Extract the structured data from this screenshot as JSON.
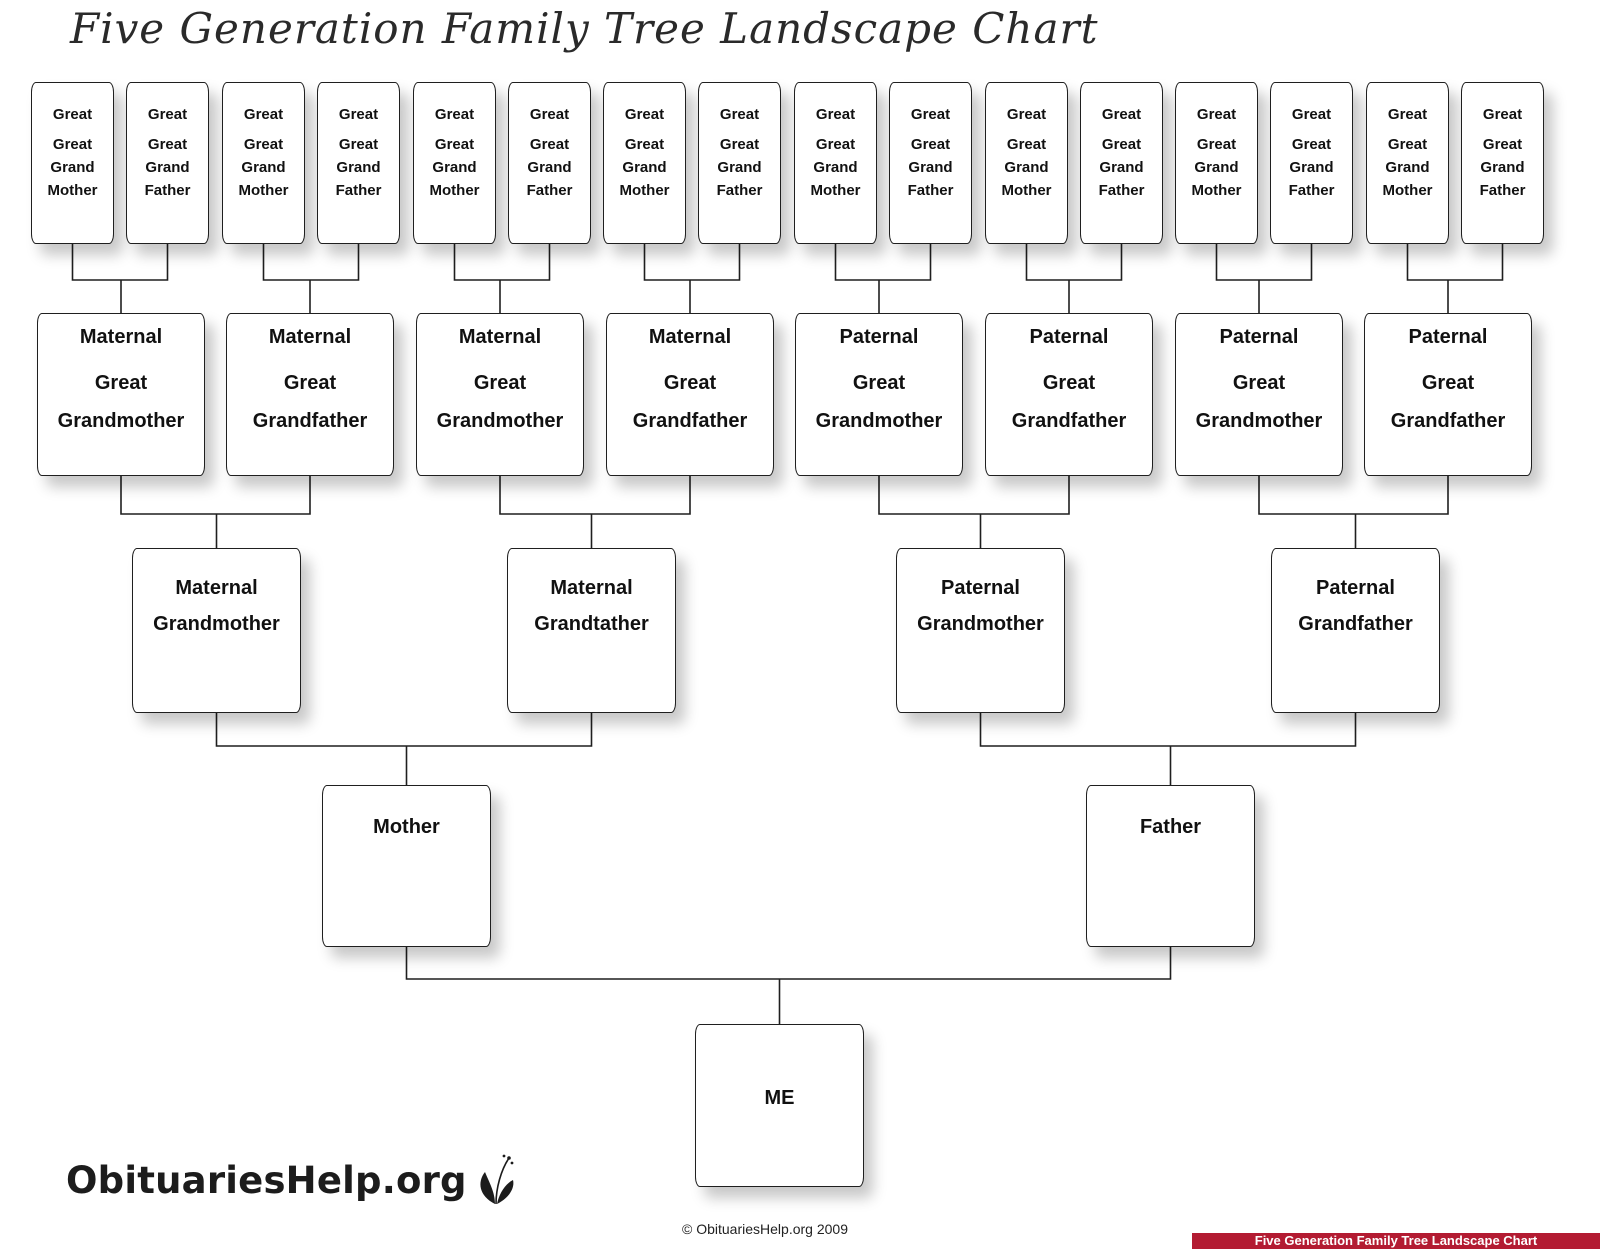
{
  "title": "Five Generation Family Tree  Landscape Chart",
  "generation5": [
    {
      "lines": [
        "Great",
        "Great",
        "Grand",
        "Mother"
      ]
    },
    {
      "lines": [
        "Great",
        "Great",
        "Grand",
        "Father"
      ]
    },
    {
      "lines": [
        "Great",
        "Great",
        "Grand",
        "Mother"
      ]
    },
    {
      "lines": [
        "Great",
        "Great",
        "Grand",
        "Father"
      ]
    },
    {
      "lines": [
        "Great",
        "Great",
        "Grand",
        "Mother"
      ]
    },
    {
      "lines": [
        "Great",
        "Great",
        "Grand",
        "Father"
      ]
    },
    {
      "lines": [
        "Great",
        "Great",
        "Grand",
        "Mother"
      ]
    },
    {
      "lines": [
        "Great",
        "Great",
        "Grand",
        "Father"
      ]
    },
    {
      "lines": [
        "Great",
        "Great",
        "Grand",
        "Mother"
      ]
    },
    {
      "lines": [
        "Great",
        "Great",
        "Grand",
        "Father"
      ]
    },
    {
      "lines": [
        "Great",
        "Great",
        "Grand",
        "Mother"
      ]
    },
    {
      "lines": [
        "Great",
        "Great",
        "Grand",
        "Father"
      ]
    },
    {
      "lines": [
        "Great",
        "Great",
        "Grand",
        "Mother"
      ]
    },
    {
      "lines": [
        "Great",
        "Great",
        "Grand",
        "Father"
      ]
    },
    {
      "lines": [
        "Great",
        "Great",
        "Grand",
        "Mother"
      ]
    },
    {
      "lines": [
        "Great",
        "Great",
        "Grand",
        "Father"
      ]
    }
  ],
  "generation4": [
    {
      "lines": [
        "Maternal",
        "Great",
        "Grandmother"
      ]
    },
    {
      "lines": [
        "Maternal",
        "Great",
        "Grandfather"
      ]
    },
    {
      "lines": [
        "Maternal",
        "Great",
        "Grandmother"
      ]
    },
    {
      "lines": [
        "Maternal",
        "Great",
        "Grandfather"
      ]
    },
    {
      "lines": [
        "Paternal",
        "Great",
        "Grandmother"
      ]
    },
    {
      "lines": [
        "Paternal",
        "Great",
        "Grandfather"
      ]
    },
    {
      "lines": [
        "Paternal",
        "Great",
        "Grandmother"
      ]
    },
    {
      "lines": [
        "Paternal",
        "Great",
        "Grandfather"
      ]
    }
  ],
  "generation3": [
    {
      "lines": [
        "Maternal",
        "Grandmother"
      ]
    },
    {
      "lines": [
        "Maternal",
        "Grandtather"
      ]
    },
    {
      "lines": [
        "Paternal",
        "Grandmother"
      ]
    },
    {
      "lines": [
        "Paternal",
        "Grandfather"
      ]
    }
  ],
  "generation2": [
    {
      "lines": [
        "Mother"
      ]
    },
    {
      "lines": [
        "Father"
      ]
    }
  ],
  "generation1": [
    {
      "lines": [
        "ME"
      ]
    }
  ],
  "logo": {
    "text": "ObituariesHelp.org",
    "icon": "leaf-icon"
  },
  "copyright": "© ObituariesHelp.org 2009",
  "footer_label": "Five Generation Family Tree Landscape Chart",
  "colors": {
    "footer_bar": "#b31b32",
    "box_border": "#1f1f1f",
    "connector": "#1f1f1f"
  }
}
